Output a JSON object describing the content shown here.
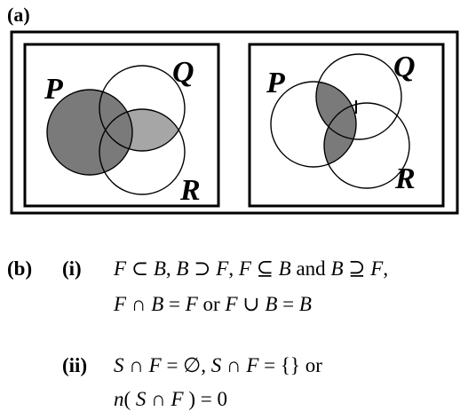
{
  "part_a": {
    "label": "(a)"
  },
  "venn_left": {
    "labels": {
      "p": "P",
      "q": "Q",
      "r": "R"
    }
  },
  "venn_right": {
    "labels": {
      "p": "P",
      "q": "Q",
      "r": "R"
    }
  },
  "part_b": {
    "label": "(b)",
    "i": {
      "label": "(i)",
      "line1": {
        "a": "F",
        "b": "B",
        "c": "B",
        "d": "F",
        "e": "F",
        "f": "B",
        "g": "and",
        "h": "B",
        "k": "F"
      },
      "line2": {
        "a": "F",
        "b": "B",
        "c": "F",
        "d": "or",
        "e": "F",
        "f": "B",
        "g": "B"
      }
    },
    "ii": {
      "label": "(ii)",
      "line1": {
        "a": "S",
        "b": "F",
        "c": "S",
        "d": "F",
        "e": "or"
      },
      "line2": {
        "a": "n",
        "b": "S",
        "c": "F",
        "d": "0"
      }
    }
  },
  "colors": {
    "dark_shade": "#7a7a7a",
    "light_shade": "#a6a6a6"
  }
}
